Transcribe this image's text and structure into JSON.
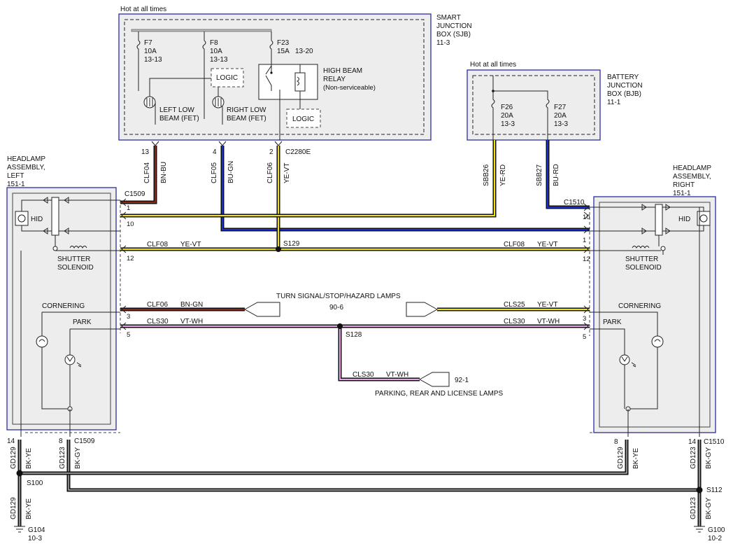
{
  "colors": {
    "yellow": "#f2e600",
    "blue": "#1a2fd6",
    "brown": "#8a2a14",
    "violet": "#e7a8e7",
    "black": "#111111",
    "frame_blue": "#3a3ab0",
    "panel_gray": "#ededed"
  },
  "sjb": {
    "power_label": "Hot at all times",
    "title_lines": [
      "SMART",
      "JUNCTION",
      "BOX (SJB)",
      "11-3"
    ],
    "fuses": [
      {
        "name": "F7",
        "rating": "10A",
        "ref": "13-13"
      },
      {
        "name": "F8",
        "rating": "10A",
        "ref": "13-13"
      },
      {
        "name": "F23",
        "rating": "15A",
        "ref": "13-20"
      }
    ],
    "logic_label": "LOGIC",
    "relay_lines": [
      "HIGH BEAM",
      "RELAY",
      "(Non-serviceable)"
    ],
    "left_fet_lines": [
      "LEFT LOW",
      "BEAM (FET)"
    ],
    "right_fet_lines": [
      "RIGHT LOW",
      "BEAM (FET)"
    ],
    "pins": [
      "13",
      "4",
      "2"
    ],
    "connector": "C2280E"
  },
  "bjb": {
    "power_label": "Hot at all times",
    "title_lines": [
      "BATTERY",
      "JUNCTION",
      "BOX (BJB)",
      "11-1"
    ],
    "fuses": [
      {
        "name": "F26",
        "rating": "20A",
        "ref": "13-3"
      },
      {
        "name": "F27",
        "rating": "20A",
        "ref": "13-3"
      }
    ]
  },
  "left_headlamp": {
    "title_lines": [
      "HEADLAMP",
      "ASSEMBLY,",
      "LEFT",
      "151-1"
    ],
    "connector": "C1509",
    "hid": "HID",
    "shutter_lines": [
      "SHUTTER",
      "SOLENOID"
    ],
    "cornering": "CORNERING",
    "park": "PARK",
    "pins": [
      "1",
      "10",
      "12",
      "3",
      "5"
    ],
    "bottom_pins": [
      "14",
      "8"
    ],
    "bottom_connector": "C1509"
  },
  "right_headlamp": {
    "title_lines": [
      "HEADLAMP",
      "ASSEMBLY,",
      "RIGHT",
      "151-1"
    ],
    "connector": "C1510",
    "hid": "HID",
    "shutter_lines": [
      "SHUTTER",
      "SOLENOID"
    ],
    "cornering": "CORNERING",
    "park": "PARK",
    "pins": [
      "10",
      "1",
      "12",
      "3",
      "5"
    ],
    "bottom_pins": [
      "8",
      "14"
    ],
    "bottom_connector": "C1510"
  },
  "vertical_wires": [
    {
      "circuit": "CLF04",
      "color": "BN-BU"
    },
    {
      "circuit": "CLF05",
      "color": "BU-GN"
    },
    {
      "circuit": "CLF06",
      "color": "YE-VT"
    },
    {
      "circuit": "SBB26",
      "color": "YE-RD"
    },
    {
      "circuit": "SBB27",
      "color": "BU-RD"
    }
  ],
  "horizontal_wires": {
    "left_12": {
      "circuit": "CLF08",
      "color": "YE-VT"
    },
    "right_12": {
      "circuit": "CLF08",
      "color": "YE-VT"
    },
    "left_3": {
      "circuit": "CLF06",
      "color": "BN-GN"
    },
    "right_3": {
      "circuit": "CLS25",
      "color": "YE-VT"
    },
    "left_5": {
      "circuit": "CLS30",
      "color": "VT-WH"
    },
    "right_5": {
      "circuit": "CLS30",
      "color": "VT-WH"
    },
    "drop": {
      "circuit": "CLS30",
      "color": "VT-WH"
    }
  },
  "splices": [
    "S129",
    "S128",
    "S100",
    "S112"
  ],
  "turn_lamps": {
    "label": "TURN SIGNAL/STOP/HAZARD LAMPS",
    "ref": "90-6"
  },
  "parking_lamps": {
    "label": "PARKING, REAR AND LICENSE LAMPS",
    "ref": "92-1"
  },
  "grounds": [
    {
      "name": "G104",
      "ref": "10-3"
    },
    {
      "name": "G100",
      "ref": "10-2"
    }
  ],
  "ground_wires": {
    "left_14": {
      "circuit": "GD129",
      "color": "BK-YE"
    },
    "left_8": {
      "circuit": "GD123",
      "color": "BK-GY"
    },
    "left_lower": {
      "circuit": "GD129",
      "color": "BK-YE"
    },
    "right_8": {
      "circuit": "GD129",
      "color": "BK-YE"
    },
    "right_14": {
      "circuit": "GD123",
      "color": "BK-GY"
    },
    "right_lower": {
      "circuit": "GD123",
      "color": "BK-GY"
    }
  }
}
